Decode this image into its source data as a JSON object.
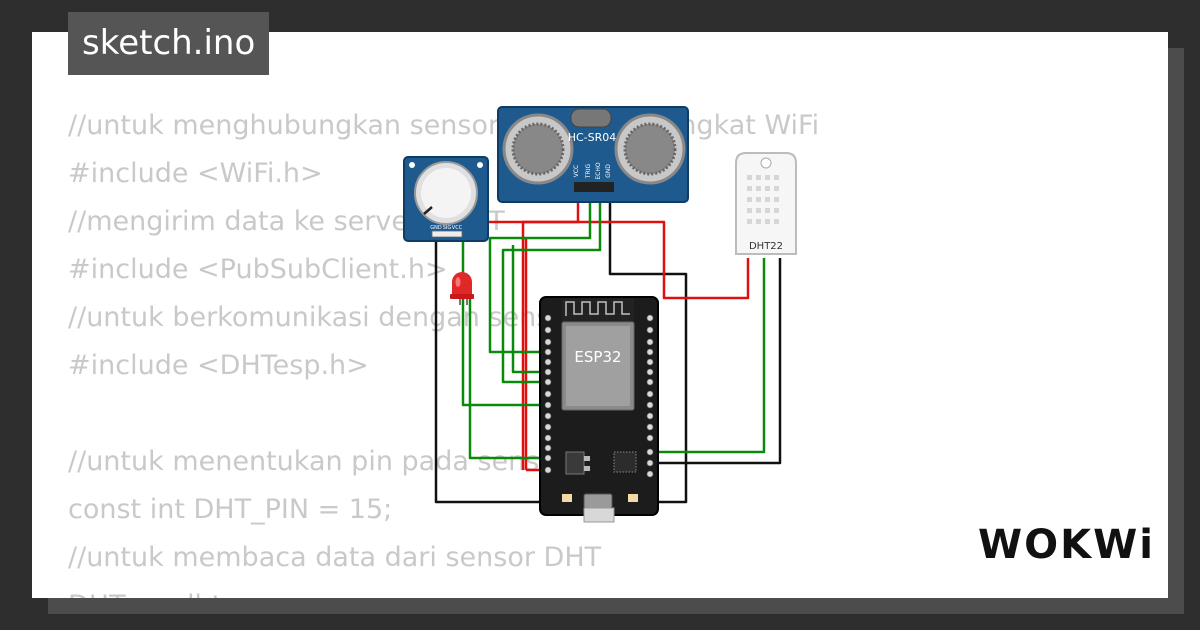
{
  "window": {
    "title": "sketch.ino"
  },
  "code_lines": [
    "//untuk menghubungkan sensor dengan perangkat WiFi",
    "#include <WiFi.h>",
    "//mengirim data ke server MQTT",
    "#include <PubSubClient.h>",
    "//untuk berkomunikasi dengan sensor DHT",
    "#include <DHTesp.h>",
    "",
    "//untuk menentukan pin pada sensor DHT",
    "const int DHT_PIN = 15;",
    "//untuk membaca data dari sensor DHT",
    "DHTesp dht;"
  ],
  "components": {
    "ultrasonic": {
      "label": "HC-SR04",
      "pins": [
        "VCC",
        "TRIG",
        "ECHO",
        "GND"
      ]
    },
    "potentiometer": {
      "pins": [
        "GND",
        "SIG",
        "VCC"
      ]
    },
    "dht": {
      "label": "DHT22"
    },
    "mcu": {
      "label": "ESP32"
    },
    "led": {
      "color": "#e02828"
    }
  },
  "wire_colors": {
    "power": "#e01010",
    "signal": "#0a8a0a",
    "ground": "#111111"
  },
  "brand": {
    "logo": "WOKWi"
  }
}
